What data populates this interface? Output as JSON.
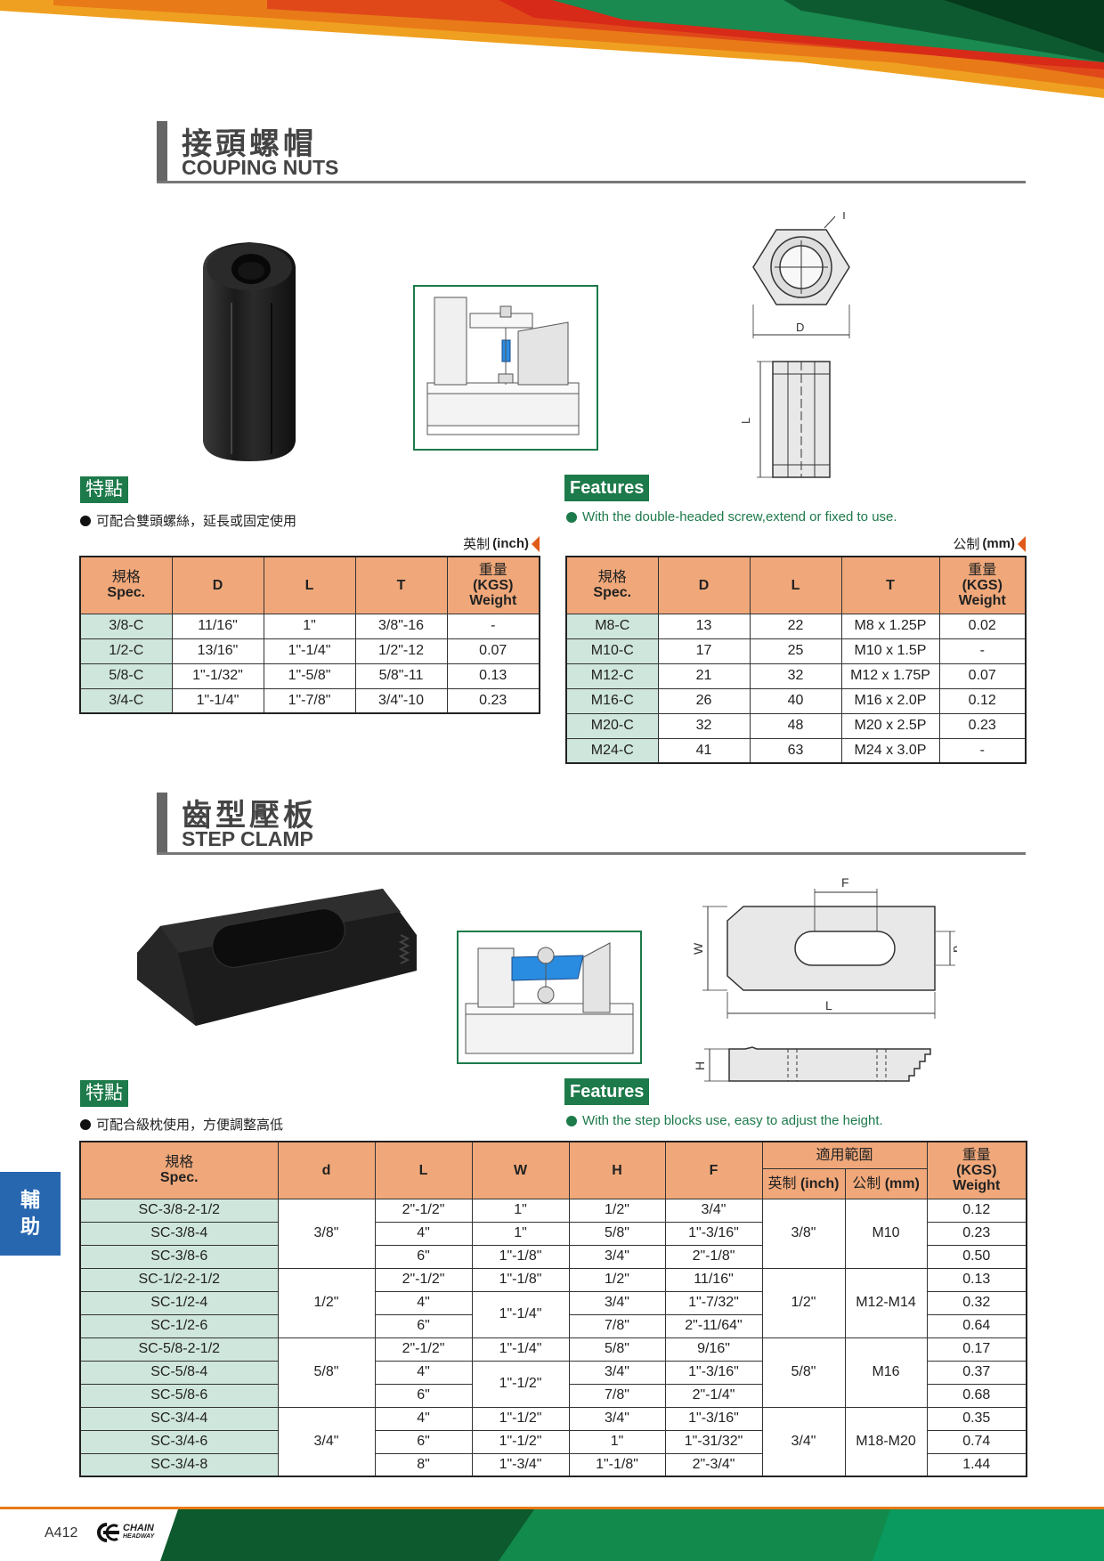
{
  "page": {
    "number": "A412",
    "side_tab": [
      "輔",
      "助"
    ],
    "brand_line1": "CHAIN",
    "brand_line2": "HEADWAY"
  },
  "colors": {
    "green": "#1d7a4a",
    "orange": "#f0a87a",
    "light_green_cell": "#cfe6dc",
    "blue_tab": "#2767b0"
  },
  "couping": {
    "title_zh": "接頭螺帽",
    "title_en": "COUPING NUTS",
    "tag_zh": "特點",
    "tag_en": "Features",
    "feature_zh": "可配合雙頭螺絲，延長或固定使用",
    "feature_en": "With the double-headed screw,extend or fixed to use.",
    "unit_inch_zh": "英制",
    "unit_inch": "(inch)",
    "unit_mm_zh": "公制",
    "unit_mm": "(mm)",
    "dims": {
      "T": "T",
      "D": "D",
      "L": "L"
    },
    "headers": {
      "spec_zh": "規格",
      "spec_en": "Spec.",
      "d": "D",
      "l": "L",
      "t": "T",
      "wt_zh": "重量",
      "wt_unit": "(KGS)",
      "wt_en": "Weight"
    },
    "inch_rows": [
      [
        "3/8-C",
        "11/16\"",
        "1\"",
        "3/8\"-16",
        "-"
      ],
      [
        "1/2-C",
        "13/16\"",
        "1\"-1/4\"",
        "1/2\"-12",
        "0.07"
      ],
      [
        "5/8-C",
        "1\"-1/32\"",
        "1\"-5/8\"",
        "5/8\"-11",
        "0.13"
      ],
      [
        "3/4-C",
        "1\"-1/4\"",
        "1\"-7/8\"",
        "3/4\"-10",
        "0.23"
      ]
    ],
    "mm_rows": [
      [
        "M8-C",
        "13",
        "22",
        "M8 x 1.25P",
        "0.02"
      ],
      [
        "M10-C",
        "17",
        "25",
        "M10 x 1.5P",
        "-"
      ],
      [
        "M12-C",
        "21",
        "32",
        "M12 x 1.75P",
        "0.07"
      ],
      [
        "M16-C",
        "26",
        "40",
        "M16 x 2.0P",
        "0.12"
      ],
      [
        "M20-C",
        "32",
        "48",
        "M20 x 2.5P",
        "0.23"
      ],
      [
        "M24-C",
        "41",
        "63",
        "M24 x 3.0P",
        "-"
      ]
    ]
  },
  "step": {
    "title_zh": "齒型壓板",
    "title_en": "STEP CLAMP",
    "tag_zh": "特點",
    "tag_en": "Features",
    "feature_zh": "可配合級枕使用，方便調整高低",
    "feature_en": "With the step blocks use, easy to adjust the height.",
    "dims": {
      "F": "F",
      "W": "W",
      "d": "d",
      "L": "L",
      "H": "H"
    },
    "headers": {
      "spec_zh": "規格",
      "spec_en": "Spec.",
      "d": "d",
      "l": "L",
      "w": "W",
      "h": "H",
      "f": "F",
      "range_zh": "適用範圍",
      "inch_zh": "英制",
      "inch": "(inch)",
      "mm_zh": "公制",
      "mm": "(mm)",
      "wt_zh": "重量",
      "wt_unit": "(KGS)",
      "wt_en": "Weight"
    },
    "groups": [
      {
        "d": "3/8\"",
        "inch": "3/8\"",
        "mm": "M10",
        "rows": [
          {
            "spec": "SC-3/8-2-1/2",
            "L": "2\"-1/2\"",
            "W": "1\"",
            "H": "1/2\"",
            "F": "3/4\"",
            "wt": "0.12"
          },
          {
            "spec": "SC-3/8-4",
            "L": "4\"",
            "W": "1\"",
            "H": "5/8\"",
            "F": "1\"-3/16\"",
            "wt": "0.23"
          },
          {
            "spec": "SC-3/8-6",
            "L": "6\"",
            "W": "1\"-1/8\"",
            "H": "3/4\"",
            "F": "2\"-1/8\"",
            "wt": "0.50"
          }
        ]
      },
      {
        "d": "1/2\"",
        "inch": "1/2\"",
        "mm": "M12-M14",
        "rows": [
          {
            "spec": "SC-1/2-2-1/2",
            "L": "2\"-1/2\"",
            "W": "1\"-1/8\"",
            "H": "1/2\"",
            "F": "11/16\"",
            "wt": "0.13"
          },
          {
            "spec": "SC-1/2-4",
            "L": "4\"",
            "W": "1\"-1/4\"",
            "H": "3/4\"",
            "F": "1\"-7/32\"",
            "wt": "0.32"
          },
          {
            "spec": "SC-1/2-6",
            "L": "6\"",
            "W": "",
            "H": "7/8\"",
            "F": "2\"-11/64\"",
            "wt": "0.64"
          }
        ]
      },
      {
        "d": "5/8\"",
        "inch": "5/8\"",
        "mm": "M16",
        "rows": [
          {
            "spec": "SC-5/8-2-1/2",
            "L": "2\"-1/2\"",
            "W": "1\"-1/4\"",
            "H": "5/8\"",
            "F": "9/16\"",
            "wt": "0.17"
          },
          {
            "spec": "SC-5/8-4",
            "L": "4\"",
            "W": "1\"-1/2\"",
            "H": "3/4\"",
            "F": "1\"-3/16\"",
            "wt": "0.37"
          },
          {
            "spec": "SC-5/8-6",
            "L": "6\"",
            "W": "",
            "H": "7/8\"",
            "F": "2\"-1/4\"",
            "wt": "0.68"
          }
        ]
      },
      {
        "d": "3/4\"",
        "inch": "3/4\"",
        "mm": "M18-M20",
        "rows": [
          {
            "spec": "SC-3/4-4",
            "L": "4\"",
            "W": "1\"-1/2\"",
            "H": "3/4\"",
            "F": "1\"-3/16\"",
            "wt": "0.35"
          },
          {
            "spec": "SC-3/4-6",
            "L": "6\"",
            "W": "1\"-1/2\"",
            "H": "1\"",
            "F": "1\"-31/32\"",
            "wt": "0.74"
          },
          {
            "spec": "SC-3/4-8",
            "L": "8\"",
            "W": "1\"-3/4\"",
            "H": "1\"-1/8\"",
            "F": "2\"-3/4\"",
            "wt": "1.44"
          }
        ]
      }
    ]
  }
}
